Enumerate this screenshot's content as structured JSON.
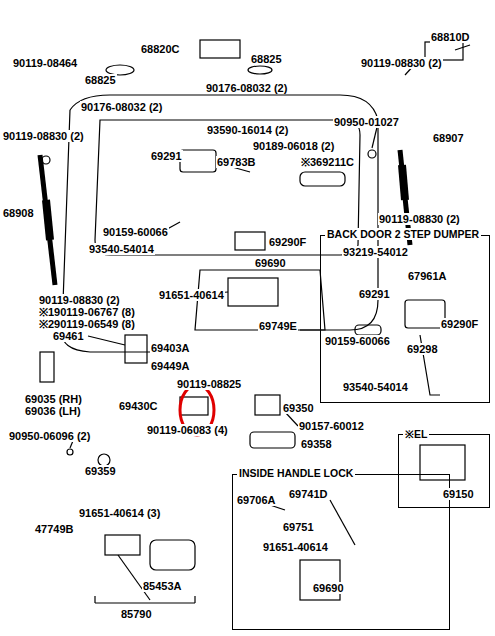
{
  "diagram": {
    "nodes": [
      {
        "text": [
          "BACK DOOR 2 STEP DUMPER"
        ]
      },
      {
        "text": [
          "INSIDE HANDLE LOCK"
        ]
      },
      {
        "text": [
          "※EL"
        ]
      }
    ],
    "labels": [
      "68810D",
      "90119-08464",
      "68820C",
      "68825",
      "68825",
      "90119-08830 (2)",
      "90176-08032 (2)",
      "90176-08032 (2)",
      "90119-08830 (2)",
      "93590-16014 (2)",
      "90950-01027",
      "90189-06018 (2)",
      "68907",
      "69291",
      "69783B",
      "※369211C",
      "68908",
      "90159-60066",
      "90119-08830 (2)",
      "93540-54014",
      "69290F",
      "69690",
      "93219-54012",
      "67961A",
      "69291",
      "69290F",
      "90159-60066",
      "69298",
      "93540-54014",
      "90119-08830 (2)",
      "91651-40614",
      "※190119-06767 (8)",
      "※290119-06549 (8)",
      "69749E",
      "69461",
      "69403A",
      "69449A",
      "90119-08825",
      "69035 (RH)",
      "69036 (LH)",
      "69430C",
      "69350",
      "90119-06083 (4)",
      "90157-60012",
      "90950-06096 (2)",
      "69358",
      "69359",
      "69706A",
      "69741D",
      "69751",
      "91651-40614",
      "69690",
      "69150",
      "47749B",
      "91651-40614 (3)",
      "85453A",
      "85790"
    ]
  }
}
